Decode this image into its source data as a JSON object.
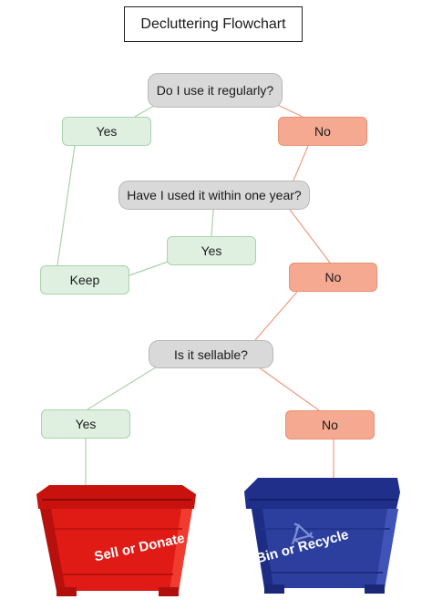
{
  "title": "Decluttering Flowchart",
  "nodes": {
    "q1": "Do I use it regularly?",
    "yes1": "Yes",
    "no1": "No",
    "q2": "Have I used it within one year?",
    "yes2": "Yes",
    "keep": "Keep",
    "no2": "No",
    "q3": "Is it sellable?",
    "yes3": "Yes",
    "no3": "No"
  },
  "bins": {
    "red_label": "Sell or Donate",
    "blue_label": "Bin or Recycle"
  },
  "colors": {
    "yes_fill": "#dff0e0",
    "no_fill": "#f4a990",
    "decision_fill": "#d9d9d9",
    "yes_line": "#a9d2ad",
    "no_line": "#ef9b80",
    "red_bin": "#e01b16",
    "blue_bin": "#2c3f9e"
  }
}
